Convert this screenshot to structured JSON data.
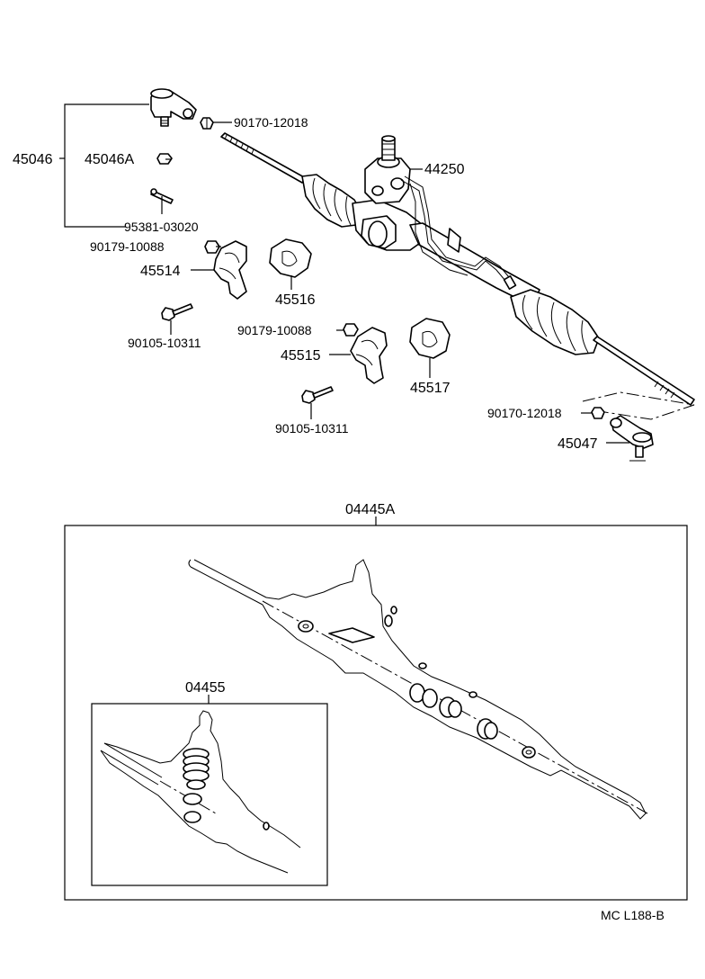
{
  "diagram": {
    "callouts": [
      {
        "id": "c1",
        "text": "90170-12018"
      },
      {
        "id": "c2",
        "text": "45046"
      },
      {
        "id": "c3",
        "text": "45046A"
      },
      {
        "id": "c4",
        "text": "44250"
      },
      {
        "id": "c5",
        "text": "95381-03020"
      },
      {
        "id": "c6",
        "text": "90179-10088"
      },
      {
        "id": "c7",
        "text": "45514"
      },
      {
        "id": "c8",
        "text": "45516"
      },
      {
        "id": "c9",
        "text": "90105-10311"
      },
      {
        "id": "c10",
        "text": "90179-10088"
      },
      {
        "id": "c11",
        "text": "45515"
      },
      {
        "id": "c12",
        "text": "45517"
      },
      {
        "id": "c13",
        "text": "90105-10311"
      },
      {
        "id": "c14",
        "text": "90170-12018"
      },
      {
        "id": "c15",
        "text": "45047"
      },
      {
        "id": "c16",
        "text": "04445A"
      },
      {
        "id": "c17",
        "text": "04455"
      }
    ],
    "drawing_code": "MC L188-B"
  }
}
